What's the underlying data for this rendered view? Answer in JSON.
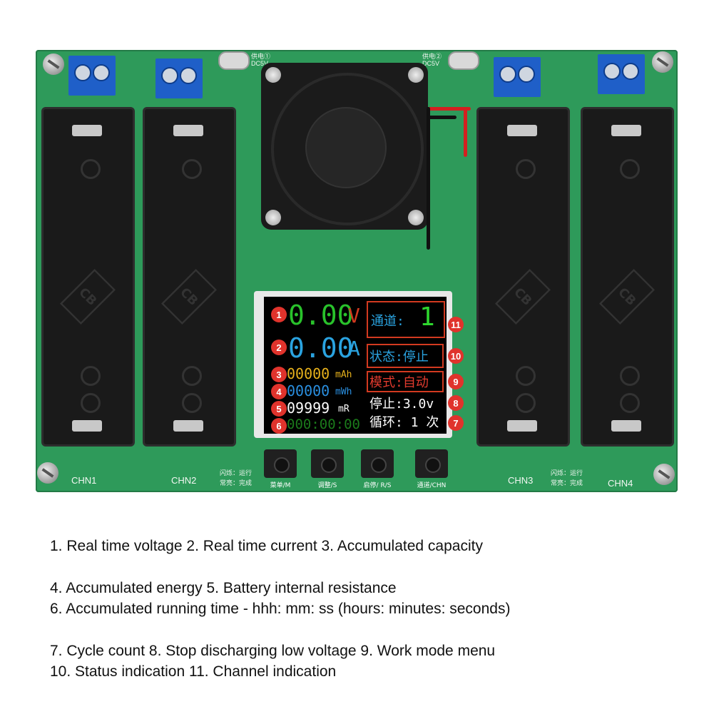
{
  "board": {
    "power_labels": [
      "供电①",
      "供电②"
    ],
    "power_sub": "DC5V",
    "channels": [
      "CHN1",
      "CHN2",
      "CHN3",
      "CHN4"
    ],
    "legend_left": [
      "闪烁：运行",
      "常亮：完成"
    ],
    "legend_right": [
      "闪烁：运行",
      "常亮：完成"
    ],
    "holder_mark": "CB",
    "buttons": [
      "菜单/M",
      "调整/S",
      "启停/ R/S",
      "通道/CHN"
    ]
  },
  "lcd": {
    "voltage": "0.00",
    "voltage_unit": "V",
    "current": "0.00",
    "current_unit": "A",
    "capacity": "00000",
    "capacity_unit": "mAh",
    "energy": "00000",
    "energy_unit": "mWh",
    "resistance": "09999",
    "resistance_unit": "mR",
    "time": "000:00:00",
    "channel_label": "通道:",
    "channel_value": "1",
    "status": "状态:停止",
    "mode": "模式:自动",
    "stop": "停止:3.0v",
    "cycle": "循环: 1 次"
  },
  "badges": [
    "1",
    "2",
    "3",
    "4",
    "5",
    "6",
    "7",
    "8",
    "9",
    "10",
    "11"
  ],
  "captions": [
    "1. Real time voltage 2. Real time current 3. Accumulated capacity",
    "4. Accumulated energy 5. Battery internal resistance",
    "6. Accumulated running time - hhh: mm: ss (hours: minutes: seconds)",
    "7. Cycle count 8. Stop discharging low voltage 9. Work mode menu",
    "10. Status indication 11. Channel indication"
  ],
  "colors": {
    "voltage": "#29c22b",
    "current": "#2aa3e0",
    "capacity": "#e8b21c",
    "energy": "#2a8fe0",
    "resistance": "#ffffff",
    "time": "#1b7a1b",
    "channel": "#2ed62e",
    "status": "#2aa3e0",
    "mode": "#e23b2e",
    "badge": "#e0332c"
  }
}
